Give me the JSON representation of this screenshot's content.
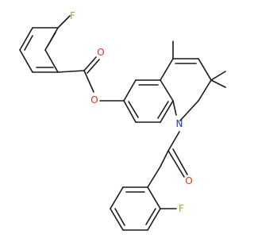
{
  "molecule": {
    "atom_labels": {
      "fluorine_top": "F",
      "carbonyl_oxygen_top": "O",
      "ester_oxygen": "O",
      "nitrogen": "N",
      "carbonyl_oxygen_bottom": "O",
      "fluorine_bottom": "F"
    }
  },
  "colors": {
    "bond": "#1a1a1a",
    "oxygen": "#e8301c",
    "nitrogen": "#2233d8",
    "fluorine": "#8faf2a",
    "background": "#ffffff"
  }
}
